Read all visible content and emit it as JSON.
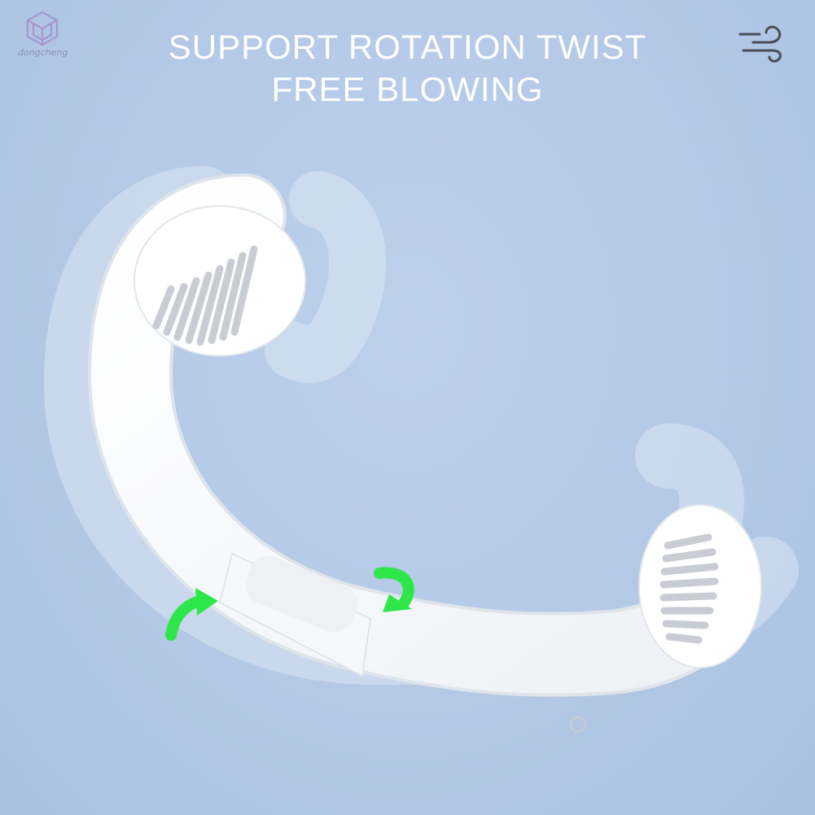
{
  "brand": {
    "logo_text": "dongcheng",
    "logo_color": "#9d8cc4"
  },
  "headline": {
    "line1": "SUPPORT ROTATION TWIST",
    "line2": "FREE BLOWING"
  },
  "icons": {
    "top_right": "wind-icon",
    "rotation_arrows": "green-curved-arrow-icon"
  },
  "colors": {
    "background": "#b3c9e6",
    "product": "#ffffff",
    "vent": "#c9cdd3",
    "arrow": "#2ee64a"
  }
}
